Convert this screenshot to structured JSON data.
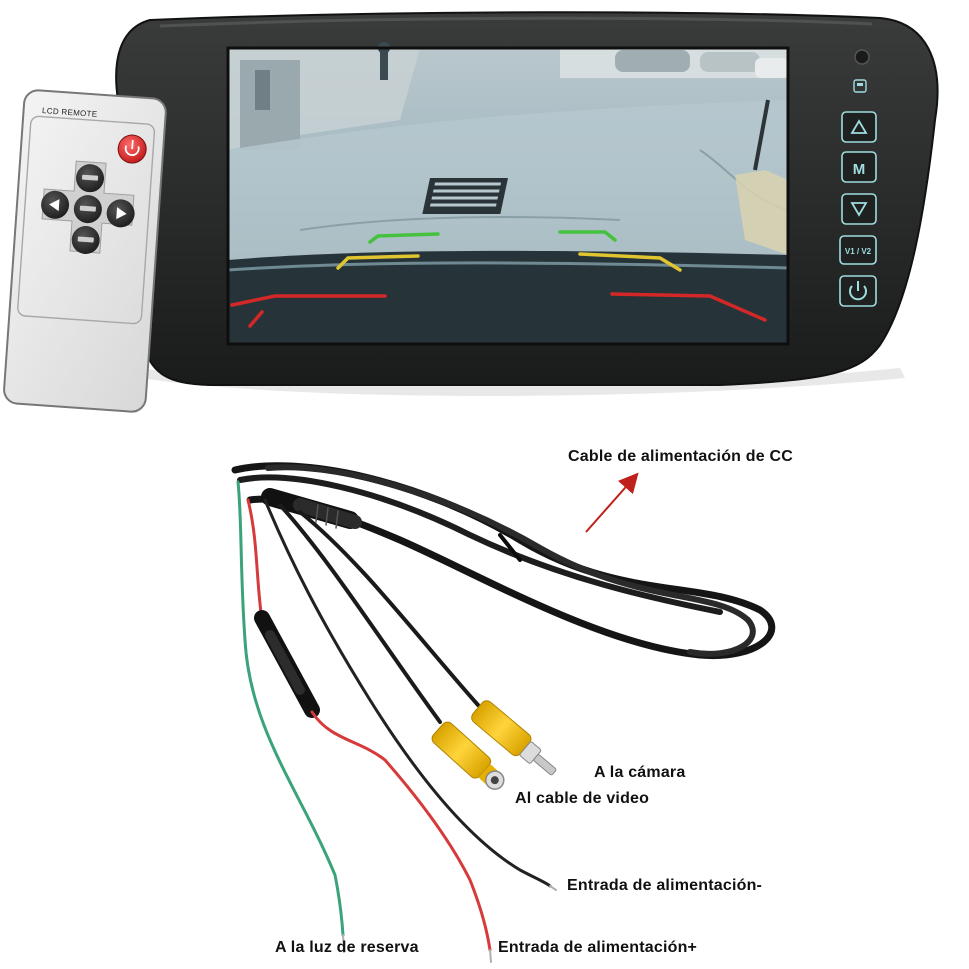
{
  "remote": {
    "title": "LCD REMOTE"
  },
  "monitor": {
    "buttons": [
      {
        "name": "up-arrow-button",
        "icon": "triangle-up-icon"
      },
      {
        "name": "menu-button",
        "text": "M"
      },
      {
        "name": "down-arrow-button",
        "icon": "triangle-down-icon"
      },
      {
        "name": "v1-v2-button",
        "text": "V1 / V2"
      },
      {
        "name": "power-button",
        "icon": "power-icon"
      }
    ],
    "accent_color": "#9fdde0"
  },
  "labels": {
    "dc_power_cable": "Cable de alimentación de CC",
    "to_camera": "A la cámara",
    "to_video_cable": "Al cable de video",
    "power_input_negative": "Entrada de alimentación-",
    "to_reverse_light": "A la luz de reserva",
    "power_input_positive": "Entrada de alimentación+"
  },
  "colors": {
    "arrow": "#c0201a",
    "wire_red": "#d63a3a",
    "wire_green": "#3aa37a",
    "rca_yellow": "#f2c21a"
  }
}
